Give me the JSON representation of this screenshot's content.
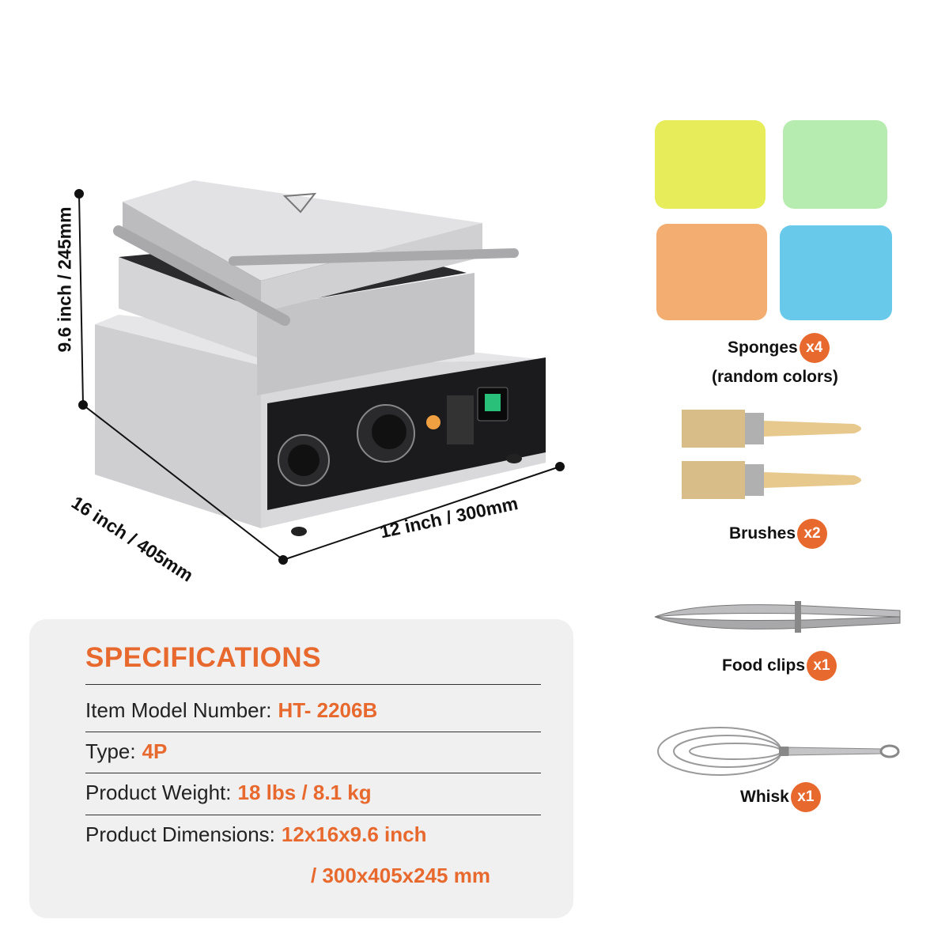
{
  "dimensions": {
    "height": "9.6 inch / 245mm",
    "depth": "16 inch / 405mm",
    "width": "12 inch / 300mm"
  },
  "specifications": {
    "title": "SPECIFICATIONS",
    "rows": [
      {
        "label": "Item Model Number:",
        "value": "HT- 2206B"
      },
      {
        "label": "Type:",
        "value": "4P"
      },
      {
        "label": "Product Weight:",
        "value": "18 lbs / 8.1 kg"
      },
      {
        "label": "Product Dimensions:",
        "value": "12x16x9.6 inch"
      }
    ],
    "dimensions_cont": "/ 300x405x245 mm"
  },
  "accessories": {
    "sponges": {
      "label": "Sponges",
      "qty": "x4",
      "note": "(random colors)"
    },
    "brushes": {
      "label": "Brushes",
      "qty": "x2"
    },
    "food_clips": {
      "label": "Food clips",
      "qty": "x1"
    },
    "whisk": {
      "label": "Whisk",
      "qty": "x1"
    }
  },
  "colors": {
    "accent": "#e8692e",
    "sponge_yellow": "#e6ec5a",
    "sponge_green": "#b6ecb0",
    "sponge_orange": "#f4ad70",
    "sponge_blue": "#69c9ea"
  }
}
